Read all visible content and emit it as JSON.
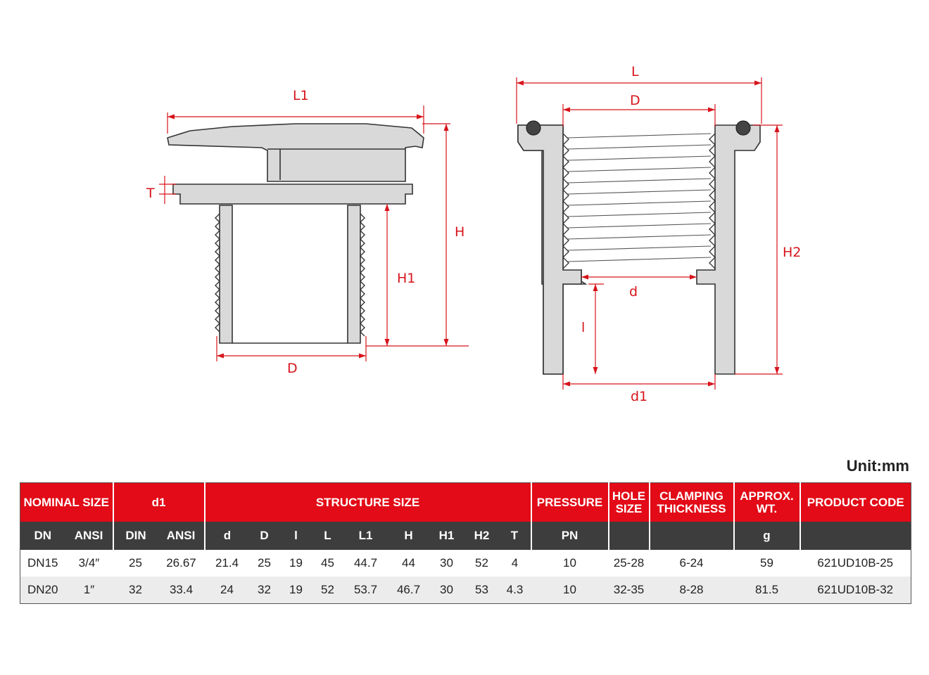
{
  "drawing_labels": {
    "left": {
      "L1": "L1",
      "T": "T",
      "H": "H",
      "H1": "H1",
      "D": "D"
    },
    "right": {
      "L": "L",
      "D": "D",
      "d": "d",
      "H2": "H2",
      "l": "l",
      "d1": "d1"
    }
  },
  "colors": {
    "dimension": "#d7141b",
    "part_fill": "#d9d9d9",
    "part_stroke": "#333333",
    "header_red": "#e20b17",
    "header_dark": "#3d3d3d"
  },
  "unit_label": "Unit:mm",
  "table": {
    "group_headers": {
      "nominal_size": "NOMINAL SIZE",
      "d1": "d1",
      "structure_size": "STRUCTURE SIZE",
      "pressure": "PRESSURE",
      "hole_size": "HOLE SIZE",
      "clamping_thickness": "CLAMPING THICKNESS",
      "approx_wt": "APPROX. WT.",
      "product_code": "PRODUCT CODE"
    },
    "sub_headers": [
      "DN",
      "ANSI",
      "DIN",
      "ANSI",
      "d",
      "D",
      "l",
      "L",
      "L1",
      "H",
      "H1",
      "H2",
      "T",
      "PN",
      "",
      "",
      "g",
      ""
    ],
    "rows": [
      [
        "DN15",
        "3/4″",
        "25",
        "26.67",
        "21.4",
        "25",
        "19",
        "45",
        "44.7",
        "44",
        "30",
        "52",
        "4",
        "10",
        "25-28",
        "6-24",
        "59",
        "621UD10B-25"
      ],
      [
        "DN20",
        "1″",
        "32",
        "33.4",
        "24",
        "32",
        "19",
        "52",
        "53.7",
        "46.7",
        "30",
        "53",
        "4.3",
        "10",
        "32-35",
        "8-28",
        "81.5",
        "621UD10B-32"
      ]
    ]
  }
}
